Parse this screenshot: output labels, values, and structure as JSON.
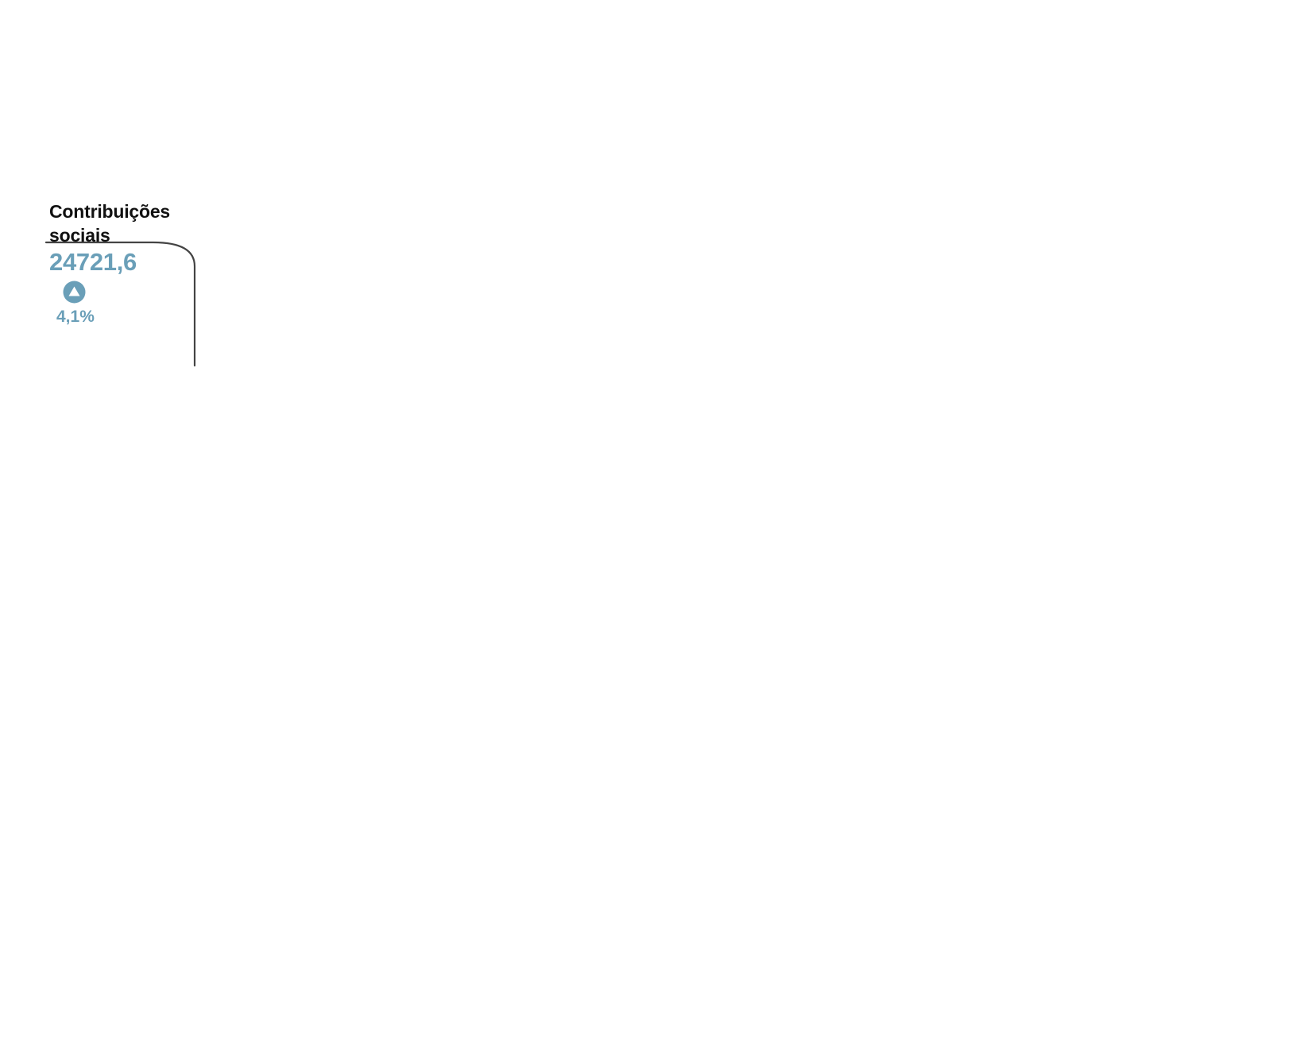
{
  "stat": {
    "label_line_1": "Contribuições",
    "label_line_2": "sociais",
    "value": "24721,6",
    "change": "4,1%",
    "change_direction": "up",
    "change_icon": "up-triangle-circle-icon"
  },
  "colors": {
    "accent": "#6a9fb8",
    "text": "#111111",
    "connector": "#444444"
  }
}
